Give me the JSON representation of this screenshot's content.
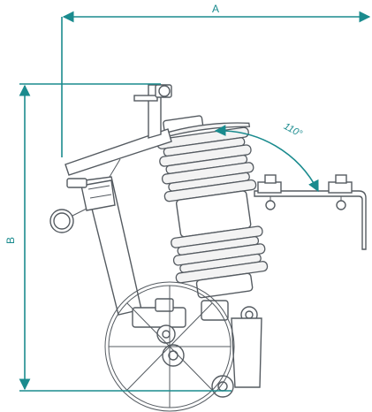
{
  "diagram": {
    "labels": {
      "dimension_a": "A",
      "dimension_b": "B",
      "angle": "110°"
    },
    "colors": {
      "dimension_line": "#1a8b8e",
      "part_outline": "#555b61",
      "background": "#ffffff"
    }
  }
}
